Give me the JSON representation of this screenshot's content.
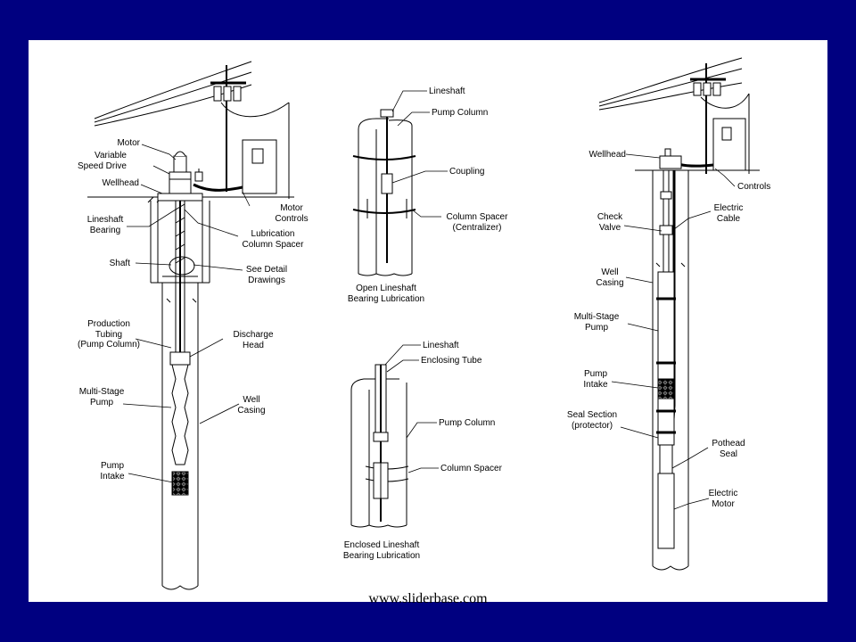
{
  "colors": {
    "border": "#000080",
    "slide": "#ffffff",
    "ink": "#000000"
  },
  "footer": "www.sliderbase.com",
  "diagrams": {
    "lineshaft": {
      "motor": "Motor",
      "vsd": "Variable\nSpeed Drive",
      "wellhead": "Wellhead",
      "motor_controls": "Motor\nControls",
      "lineshaft_bearing": "Lineshaft\nBearing",
      "lubrication_spacer": "Lubrication\nColumn Spacer",
      "shaft": "Shaft",
      "see_detail": "See Detail\nDrawings",
      "production_tubing": "Production\nTubing\n(Pump Column)",
      "discharge_head": "Discharge\nHead",
      "multistage_pump": "Multi-Stage\nPump",
      "well_casing": "Well\nCasing",
      "pump_intake": "Pump\nIntake"
    },
    "open_detail": {
      "lineshaft": "Lineshaft",
      "pump_column": "Pump Column",
      "coupling": "Coupling",
      "column_spacer": "Column Spacer\n(Centralizer)",
      "caption": "Open Lineshaft\nBearing Lubrication"
    },
    "enclosed_detail": {
      "lineshaft": "Lineshaft",
      "enclosing_tube": "Enclosing Tube",
      "pump_column": "Pump Column",
      "column_spacer": "Column Spacer",
      "caption": "Enclosed Lineshaft\nBearing Lubrication"
    },
    "submersible": {
      "wellhead": "Wellhead",
      "controls": "Controls",
      "check_valve": "Check\nValve",
      "electric_cable": "Electric\nCable",
      "well_casing": "Well\nCasing",
      "multistage_pump": "Multi-Stage\nPump",
      "pump_intake": "Pump\nIntake",
      "seal_section": "Seal Section\n(protector)",
      "pothead_seal": "Pothead\nSeal",
      "electric_motor": "Electric\nMotor"
    }
  }
}
